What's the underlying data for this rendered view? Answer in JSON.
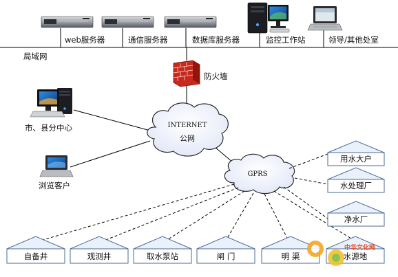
{
  "lan": {
    "label": "局域网",
    "servers": [
      "web服务器",
      "通信服务器",
      "数据库服务器"
    ],
    "monitoring_station": "监控工作站",
    "leadership_office": "领导/其他处室"
  },
  "firewall": {
    "label": "防火墙"
  },
  "internet": {
    "line1": "INTERNET",
    "line2": "公网"
  },
  "gprs": {
    "label": "GPRS"
  },
  "clients": {
    "branch_center": "市、县分中心",
    "browser_client": "浏览客户"
  },
  "sites_right": [
    "用水大户",
    "水处理厂",
    "净水厂"
  ],
  "sites_bottom": [
    "自备井",
    "观测井",
    "取水泵站",
    "闸 门",
    "明 渠",
    "水源地"
  ],
  "watermark": {
    "text": "中华文化网"
  },
  "colors": {
    "firewall": "#c8281e",
    "house_fill": "#eaf1fb",
    "house_stroke": "#4a6a9a",
    "cloud_fill": "#eef2ff",
    "lines": "#000000"
  }
}
